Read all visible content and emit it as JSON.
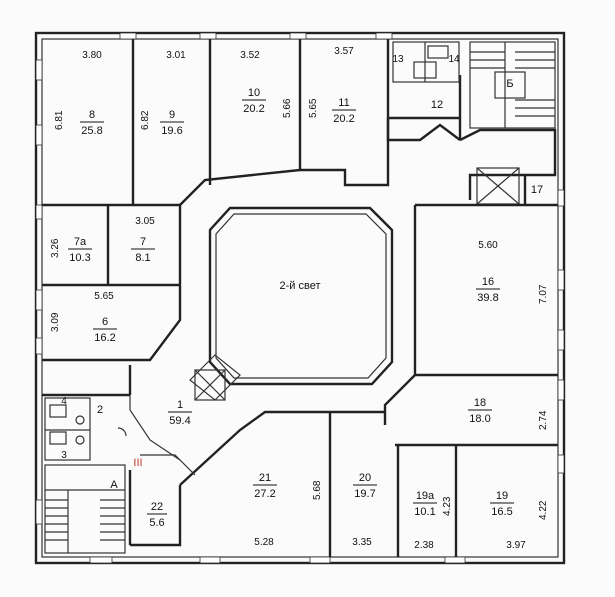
{
  "title": "",
  "atrium_label": "2-й свет",
  "rooms": [
    {
      "num": "8",
      "area": "25.8",
      "w": "3.80",
      "h": "6.81"
    },
    {
      "num": "9",
      "area": "19.6",
      "w": "3.01",
      "h": "6.82"
    },
    {
      "num": "10",
      "area": "20.2",
      "w": "3.52",
      "h": "5.66"
    },
    {
      "num": "11",
      "area": "20.2",
      "w": "3.57",
      "h": "5.65"
    },
    {
      "num": "7а",
      "area": "10.3",
      "h": "3.26"
    },
    {
      "num": "7",
      "area": "8.1",
      "w": "3.05"
    },
    {
      "num": "6",
      "area": "16.2",
      "w": "5.65",
      "h": "3.09"
    },
    {
      "num": "16",
      "area": "39.8",
      "w": "5.60",
      "h": "7.07"
    },
    {
      "num": "18",
      "area": "18.0",
      "h": "2.74"
    },
    {
      "num": "1",
      "area": "59.4"
    },
    {
      "num": "21",
      "area": "27.2",
      "w": "5.28",
      "h": "5.68"
    },
    {
      "num": "20",
      "area": "19.7",
      "w": "3.35"
    },
    {
      "num": "19а",
      "area": "10.1",
      "w": "2.38",
      "h": "4.23"
    },
    {
      "num": "19",
      "area": "16.5",
      "w": "3.97",
      "h": "4.22"
    },
    {
      "num": "22",
      "area": "5.6"
    }
  ],
  "small_labels": {
    "r12": "12",
    "r13": "13",
    "r14": "14",
    "r17": "17",
    "r2": "2",
    "r3": "3",
    "r4": "4",
    "stair_b": "Б",
    "stair_a": "А",
    "axis_iii": "III"
  }
}
